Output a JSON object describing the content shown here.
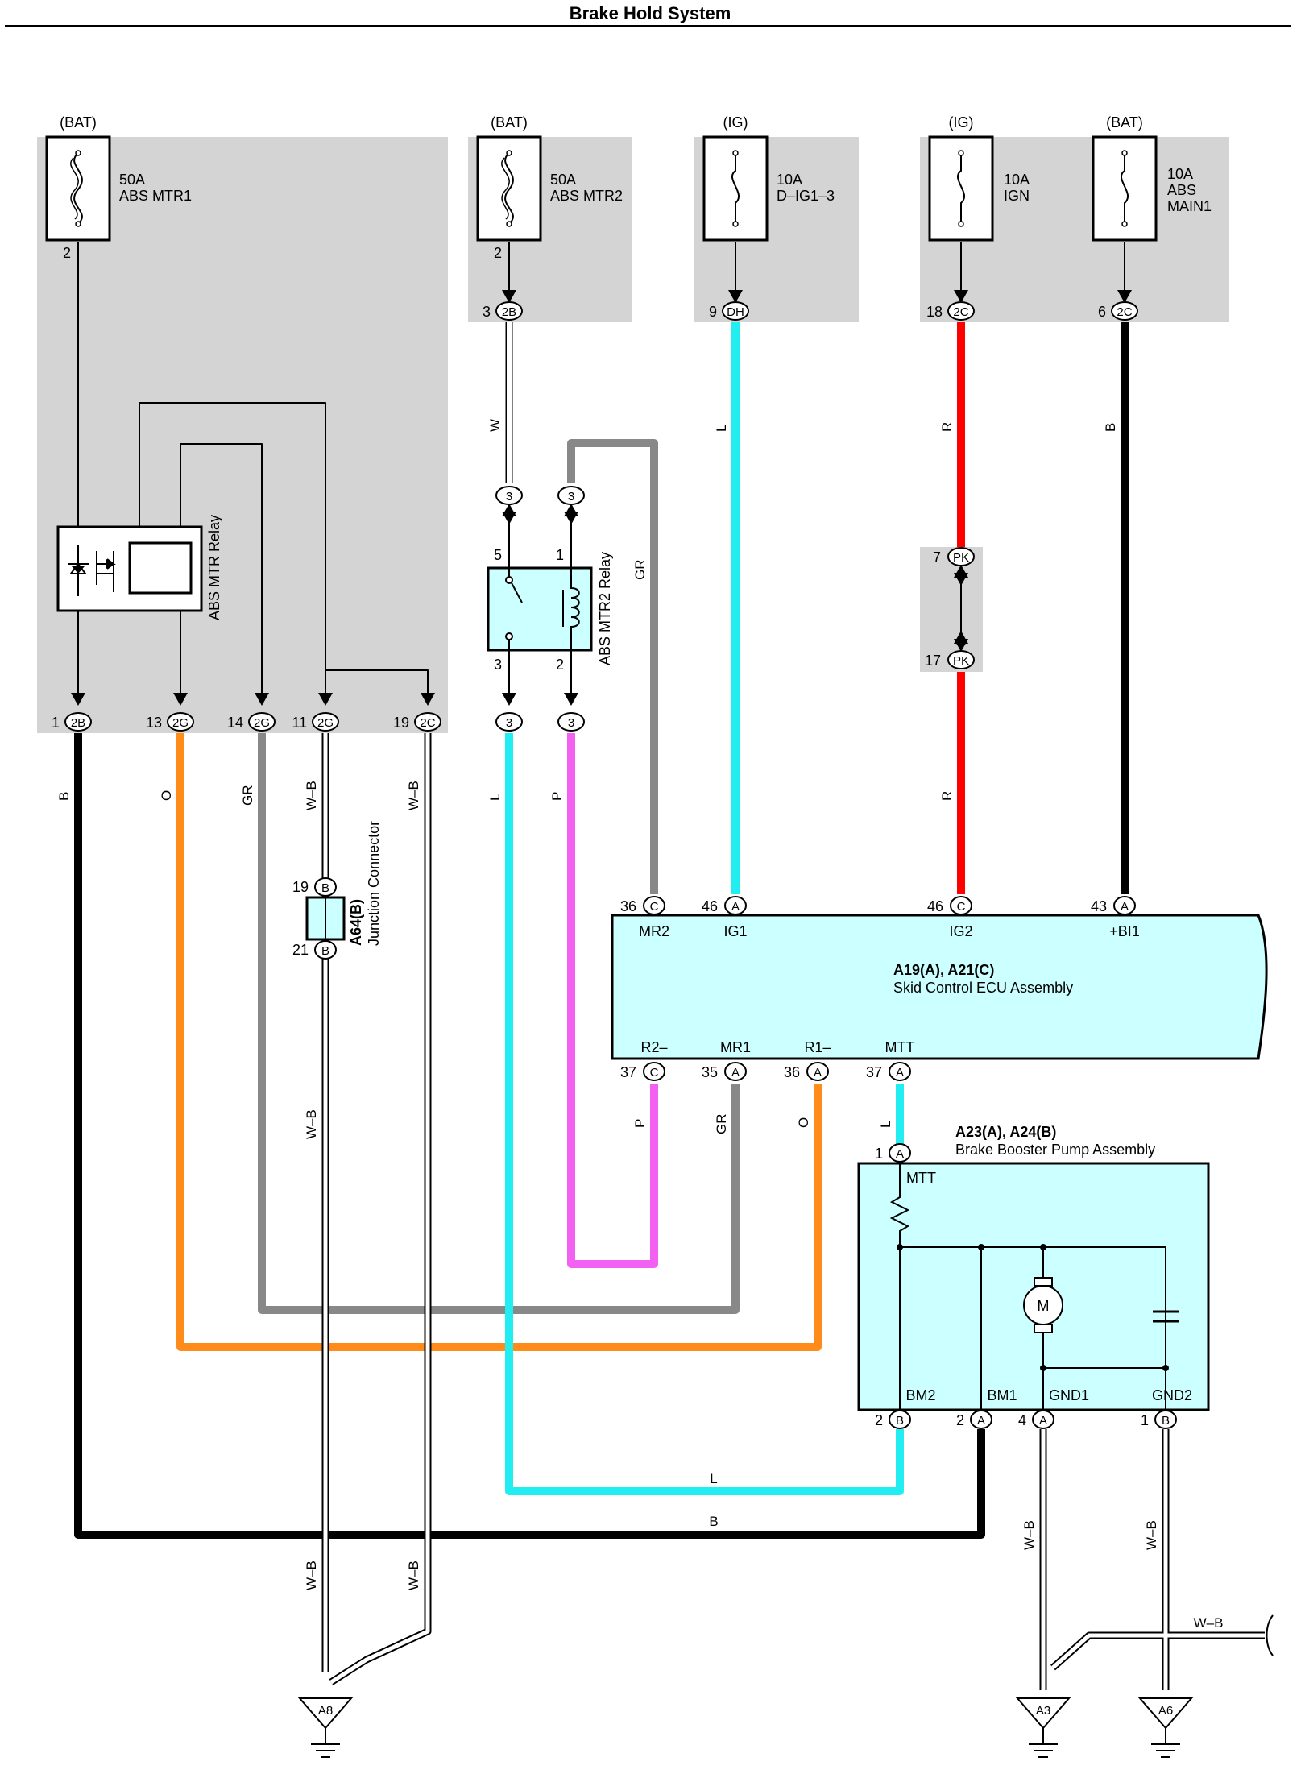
{
  "title": "Brake Hold System",
  "colors": {
    "B": "#000000",
    "O": "#ff8c1a",
    "GR": "#888888",
    "L": "#22eef2",
    "P": "#f261f2",
    "R": "#ff0000",
    "W": "#ffffff",
    "panel": "#d4d4d4",
    "component": "#ccffff"
  },
  "supplies": [
    "(BAT)",
    "(BAT)",
    "(IG)",
    "(IG)",
    "(BAT)"
  ],
  "fuses": [
    {
      "amp": "50A",
      "name": "ABS MTR1",
      "pin": "2"
    },
    {
      "amp": "50A",
      "name": "ABS MTR2",
      "pin": "2"
    },
    {
      "amp": "10A",
      "name": "D–IG1–3"
    },
    {
      "amp": "10A",
      "name": "IGN"
    },
    {
      "amp": "10A",
      "name": "ABS",
      "name2": "MAIN1"
    }
  ],
  "relays": {
    "mtr": {
      "label": "ABS MTR Relay"
    },
    "mtr2": {
      "label": "ABS MTR2 Relay",
      "pins": [
        "5",
        "1",
        "3",
        "2"
      ]
    }
  },
  "connectors": {
    "c2B_top": {
      "num": "3",
      "code": "2B"
    },
    "cDH": {
      "num": "9",
      "code": "DH"
    },
    "c2C_18": {
      "num": "18",
      "code": "2C"
    },
    "c2C_6": {
      "num": "6",
      "code": "2C"
    },
    "cPK7": {
      "num": "7",
      "code": "PK"
    },
    "cPK17": {
      "num": "17",
      "code": "PK"
    },
    "r1": {
      "code": "3"
    },
    "r2": {
      "code": "3"
    },
    "b1": {
      "num": "1",
      "code": "2B"
    },
    "b13": {
      "num": "13",
      "code": "2G"
    },
    "b14": {
      "num": "14",
      "code": "2G"
    },
    "b11": {
      "num": "11",
      "code": "2G"
    },
    "b19": {
      "num": "19",
      "code": "2C"
    },
    "b3a": {
      "code": "3"
    },
    "b3b": {
      "code": "3"
    }
  },
  "junction": {
    "id": "A64(B)",
    "name": "Junction Connector",
    "pin_top": {
      "num": "19",
      "code": "B"
    },
    "pin_bottom": {
      "num": "21",
      "code": "B"
    }
  },
  "ecu": {
    "id": "A19(A), A21(C)",
    "name": "Skid Control ECU Assembly",
    "top_pins": [
      {
        "num": "36",
        "code": "C",
        "name": "MR2"
      },
      {
        "num": "46",
        "code": "A",
        "name": "IG1"
      },
      {
        "num": "46",
        "code": "C",
        "name": "IG2"
      },
      {
        "num": "43",
        "code": "A",
        "name": "+BI1"
      }
    ],
    "bottom_pins": [
      {
        "num": "37",
        "code": "C",
        "name": "R2–"
      },
      {
        "num": "35",
        "code": "A",
        "name": "MR1"
      },
      {
        "num": "36",
        "code": "A",
        "name": "R1–"
      },
      {
        "num": "37",
        "code": "A",
        "name": "MTT"
      }
    ]
  },
  "pump": {
    "id": "A23(A), A24(B)",
    "name": "Brake Booster Pump Assembly",
    "in_pin": {
      "num": "1",
      "code": "A",
      "name": "MTT"
    },
    "motor": "M",
    "pins": [
      {
        "num": "2",
        "code": "B",
        "name": "BM2"
      },
      {
        "num": "2",
        "code": "A",
        "name": "BM1"
      },
      {
        "num": "4",
        "code": "A",
        "name": "GND1"
      },
      {
        "num": "1",
        "code": "B",
        "name": "GND2"
      }
    ]
  },
  "wire_labels": {
    "W_top": "W",
    "L_top": "L",
    "R_top": "R",
    "B_top": "B",
    "GR_relay": "GR",
    "R_mid": "R",
    "B_left": "B",
    "O_left": "O",
    "GR_left": "GR",
    "WB_11": "W–B",
    "WB_19": "W–B",
    "L_left": "L",
    "P_left": "P",
    "WB_jc": "W–B",
    "P_ecu": "P",
    "GR_ecu": "GR",
    "O_ecu": "O",
    "L_ecu": "L",
    "L_bottom": "L",
    "B_bottom": "B",
    "WB_low1": "W–B",
    "WB_low2": "W–B",
    "WB_gnd1": "W–B",
    "WB_gnd2": "W–B",
    "WB_right": "W–B"
  },
  "grounds": [
    "A8",
    "A3",
    "A6"
  ]
}
